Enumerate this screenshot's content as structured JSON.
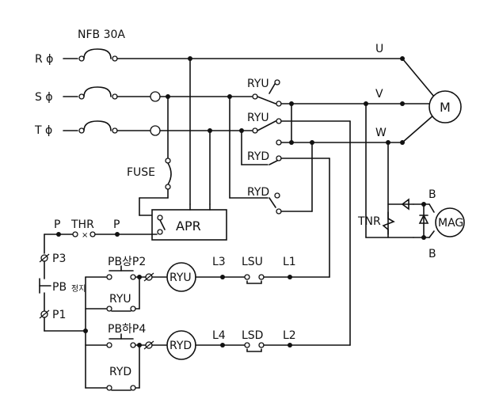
{
  "supply": {
    "breaker": "NFB 30A",
    "phases": [
      "R ϕ",
      "S ϕ",
      "T ϕ"
    ]
  },
  "motor": {
    "terminals": [
      "U",
      "V",
      "W"
    ],
    "label": "M"
  },
  "brake": {
    "tnr": "TNR",
    "coil": "MAG",
    "b_top": "B",
    "b_bottom": "B"
  },
  "fuse": "FUSE",
  "apr": "APR",
  "relay_contacts": {
    "ryu_1": "RYU",
    "ryu_2": "RYU",
    "ryd_1": "RYD",
    "ryd_2": "RYD"
  },
  "control": {
    "p_left": "P",
    "thr": "THR",
    "p_right": "P",
    "p3": "P3",
    "pb_stop": "PB",
    "pb_stop_sub": "정지",
    "p1": "P1",
    "pb_up": "PB상P2",
    "ryu_hold": "RYU",
    "coil_up": "RYU",
    "l3": "L3",
    "lsu": "LSU",
    "l1": "L1",
    "pb_down": "PB하P4",
    "ryd_hold": "RYD",
    "coil_down": "RYD",
    "l4": "L4",
    "lsd": "LSD",
    "l2": "L2"
  }
}
